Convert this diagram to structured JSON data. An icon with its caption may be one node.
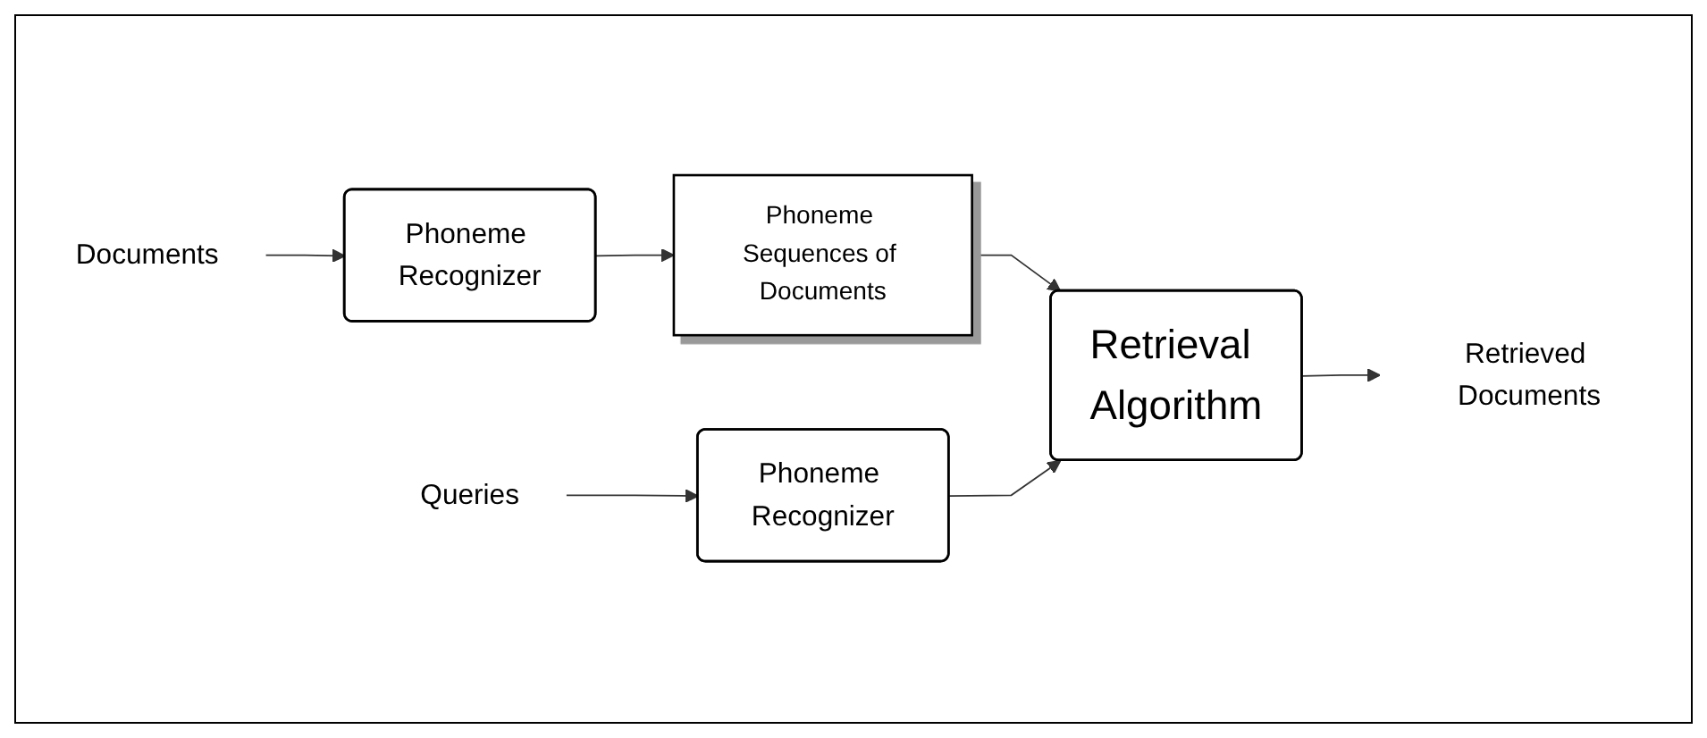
{
  "diagram": {
    "nodes": [
      {
        "text": [
          "Documents"
        ]
      },
      {
        "text": [
          "Phoneme Recognizer"
        ]
      },
      {
        "text": [
          "Phoneme Sequences of Documents"
        ]
      },
      {
        "text": [
          "Queries"
        ]
      },
      {
        "text": [
          "Phoneme Recognizer"
        ]
      },
      {
        "text": [
          "Retrieval Algorithm"
        ]
      },
      {
        "text": [
          "Retrieved Documents"
        ]
      }
    ],
    "edges": [
      {
        "from": 0,
        "to": 1,
        "arrow": "to"
      },
      {
        "from": 1,
        "to": 2,
        "arrow": "to"
      },
      {
        "from": 2,
        "to": 5,
        "arrow": "to"
      },
      {
        "from": 3,
        "to": 4,
        "arrow": "to"
      },
      {
        "from": 4,
        "to": 5,
        "arrow": "to"
      },
      {
        "from": 5,
        "to": 6,
        "arrow": "to"
      }
    ]
  }
}
